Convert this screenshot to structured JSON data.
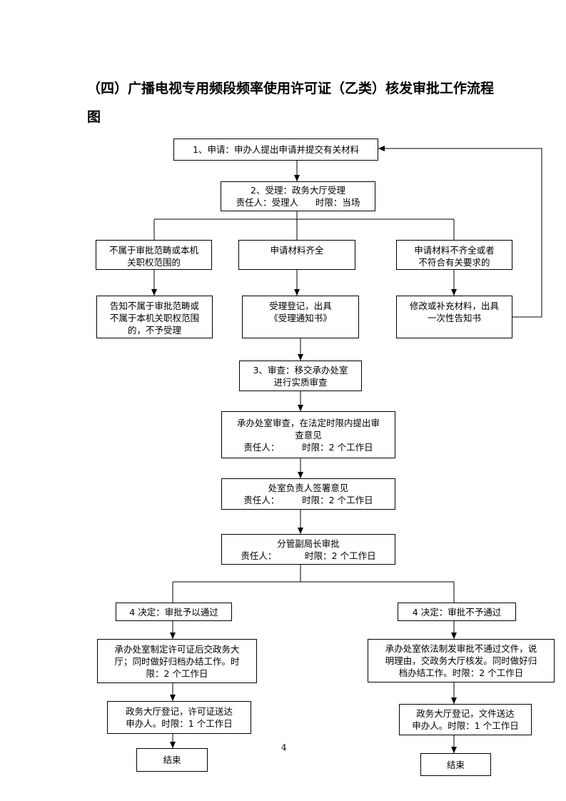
{
  "title": {
    "line1": "（四）广播电视专用频段频率使用许可证（乙类）核发审批工作流程",
    "line2": "图"
  },
  "nodes": {
    "apply": "1、申请：申办人提出申请并提交有关材料",
    "accept": [
      "2、受理：政务大厅受理",
      "责任人：受理人      时限：当场"
    ],
    "not_in_scope": [
      "不属于审批范畴或本机",
      "关职权范围的"
    ],
    "complete": [
      "申请材料齐全"
    ],
    "incomplete": [
      "申请材料不齐全或者",
      "不符合有关要求的"
    ],
    "reject_notice": [
      "告知不属于审批范畴或",
      "不属于本机关职权范围",
      "的，不予受理"
    ],
    "register": [
      "受理登记，出具",
      "《受理通知书》"
    ],
    "supplement": [
      "修改或补充材料，出具",
      "一次性告知书"
    ],
    "review": [
      "3、审查：移交承办处室",
      "进行实质审查"
    ],
    "dept_review": [
      "承办处室审查，在法定时限内提出审",
      "查意见",
      "责任人：        时限：2 个工作日"
    ],
    "head_sign": [
      "处室负责人签署意见",
      "责任人：        时限：2 个工作日"
    ],
    "deputy_approve": [
      "分管副局长审批",
      "责任人：          时限：2 个工作日"
    ],
    "decision_pass": "4 决定：审批予以通过",
    "decision_fail": "4 决定：审批不予通过",
    "issue_license": [
      "承办处室制定许可证后交政务大",
      "厅；同时做好归档办结工作。时",
      "限：2 个工作日"
    ],
    "issue_rejection": [
      "承办处室依法制发审批不通过文件，说",
      "明理由，交政务大厅核发。同时做好归",
      "档办结工作。时限：2 个工作日"
    ],
    "deliver_license": [
      "政务大厅登记，许可证送达",
      "申办人。时限：1 个工作日"
    ],
    "deliver_doc": [
      "政务大厅登记，文件送达",
      "申办人。时限：1 个工作日"
    ],
    "end_left": "结束",
    "end_right": "结束"
  },
  "page_number": "4"
}
